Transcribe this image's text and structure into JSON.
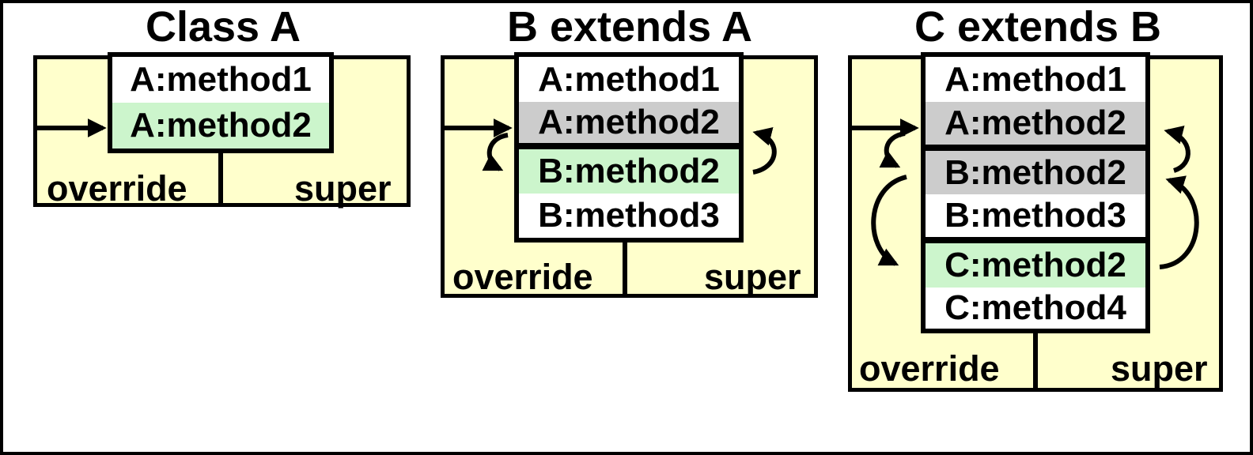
{
  "figure_caption": "method dispatch / override diagram",
  "colors": {
    "panel_bg": "#FFFFCC",
    "plain_row": "#FFFFFF",
    "inherited_row": "#CCCCCC",
    "active_row": "#CCF5CC",
    "line": "#000000",
    "background": "#FFFFFF"
  },
  "panels": [
    {
      "title": "Class A",
      "override_label": "override",
      "super_label": "super",
      "rows": [
        {
          "label": "A:method1",
          "state": "plain",
          "new_section": false
        },
        {
          "label": "A:method2",
          "state": "active",
          "new_section": false
        }
      ],
      "arrows": [
        {
          "kind": "entry",
          "target": "A:method2"
        }
      ]
    },
    {
      "title": "B extends A",
      "override_label": "override",
      "super_label": "super",
      "rows": [
        {
          "label": "A:method1",
          "state": "plain",
          "new_section": false
        },
        {
          "label": "A:method2",
          "state": "inherited",
          "new_section": false
        },
        {
          "label": "B:method2",
          "state": "active",
          "new_section": true
        },
        {
          "label": "B:method3",
          "state": "plain",
          "new_section": false
        }
      ],
      "arrows": [
        {
          "kind": "entry",
          "target": "A:method2"
        },
        {
          "kind": "override",
          "from": "A:method2",
          "to": "B:method2"
        },
        {
          "kind": "super",
          "from": "B:method2",
          "to": "A:method2"
        }
      ]
    },
    {
      "title": "C extends B",
      "override_label": "override",
      "super_label": "super",
      "rows": [
        {
          "label": "A:method1",
          "state": "plain",
          "new_section": false
        },
        {
          "label": "A:method2",
          "state": "inherited",
          "new_section": false
        },
        {
          "label": "B:method2",
          "state": "inherited",
          "new_section": true
        },
        {
          "label": "B:method3",
          "state": "plain",
          "new_section": false
        },
        {
          "label": "C:method2",
          "state": "active",
          "new_section": true
        },
        {
          "label": "C:method4",
          "state": "plain",
          "new_section": false
        }
      ],
      "arrows": [
        {
          "kind": "entry",
          "target": "A:method2"
        },
        {
          "kind": "override",
          "from": "A:method2",
          "to": "B:method2"
        },
        {
          "kind": "override",
          "from": "B:method2",
          "to": "C:method2"
        },
        {
          "kind": "super",
          "from": "B:method2",
          "to": "A:method2"
        },
        {
          "kind": "super",
          "from": "C:method2",
          "to": "B:method2"
        }
      ]
    }
  ]
}
